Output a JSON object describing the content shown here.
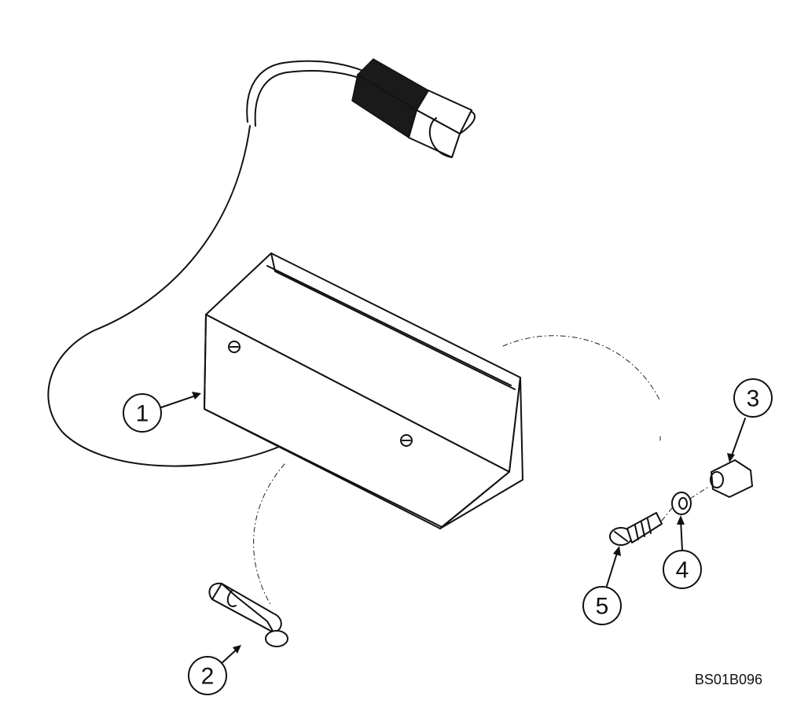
{
  "callouts": [
    {
      "id": "1",
      "label": "1"
    },
    {
      "id": "2",
      "label": "2"
    },
    {
      "id": "3",
      "label": "3"
    },
    {
      "id": "4",
      "label": "4"
    },
    {
      "id": "5",
      "label": "5"
    }
  ],
  "reference_code": "BS01B096"
}
